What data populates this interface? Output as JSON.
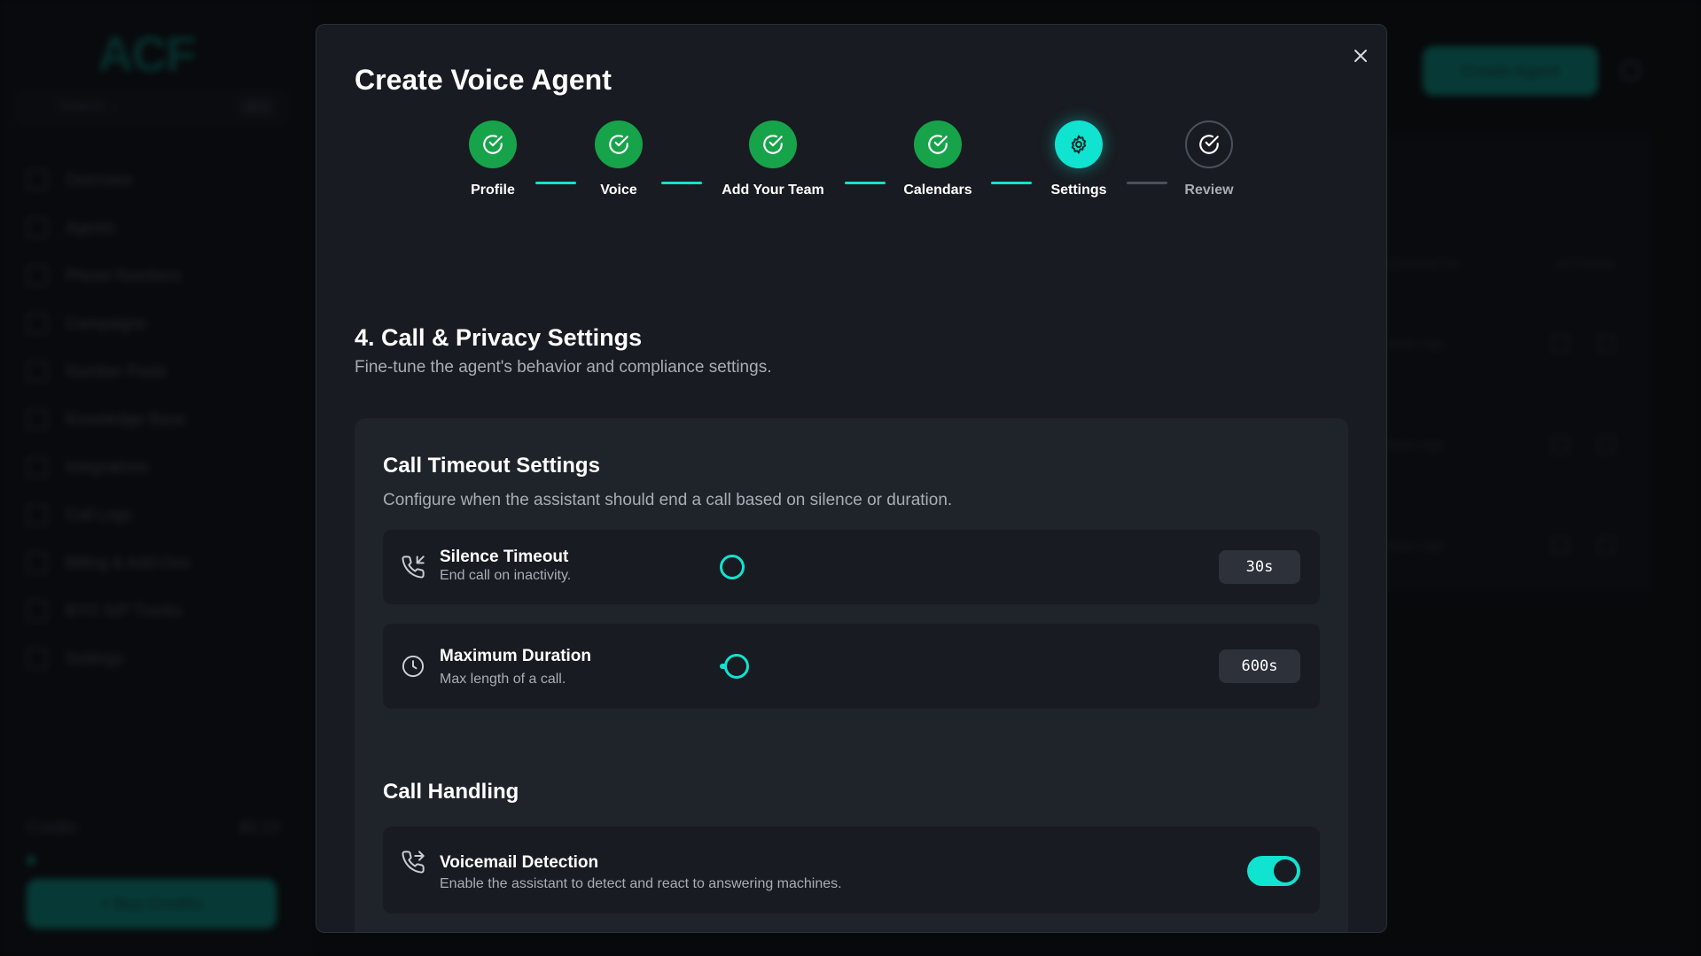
{
  "background": {
    "logo": "ACF",
    "search_placeholder": "Search...",
    "search_shortcut": "⌘ K",
    "nav_items": [
      "Overview",
      "Agents",
      "Phone Numbers",
      "Campaigns",
      "Number Pools",
      "Knowledge Base",
      "Integrations",
      "Call Logs",
      "Billing & Add-Ons",
      "BYO SIP Trunks",
      "Settings"
    ],
    "credits_label": "Credits",
    "credits_value": "$0.23",
    "buy_credits_label": "+ Buy Credits",
    "create_agent_label": "Create Agent",
    "col_contacts": "CONTACTS",
    "col_actions": "ACTIONS",
    "row_texts": [
      "team sign",
      "team sign",
      "team sign"
    ]
  },
  "modal": {
    "title": "Create Voice Agent",
    "accent_color": "#10e3d0",
    "done_color": "#16a34a",
    "steps": [
      {
        "label": "Profile",
        "state": "done",
        "icon": "check-circle-icon"
      },
      {
        "label": "Voice",
        "state": "done",
        "icon": "check-circle-icon"
      },
      {
        "label": "Add Your Team",
        "state": "done",
        "icon": "check-circle-icon"
      },
      {
        "label": "Calendars",
        "state": "done",
        "icon": "check-circle-icon"
      },
      {
        "label": "Settings",
        "state": "active",
        "icon": "gear-icon"
      },
      {
        "label": "Review",
        "state": "pending",
        "icon": "check-circle-icon"
      }
    ],
    "section": {
      "title": "4. Call & Privacy Settings",
      "subtitle": "Fine-tune the agent's behavior and compliance settings."
    },
    "call_timeout": {
      "title": "Call Timeout Settings",
      "subtitle": "Configure when the assistant should end a call based on silence or duration.",
      "silence": {
        "label": "Silence Timeout",
        "description": "End call on inactivity.",
        "value": "30s",
        "icon": "phone-incoming-icon",
        "slider_fraction": 0.0
      },
      "max_duration": {
        "label": "Maximum Duration",
        "description": "Max length of a call.",
        "value": "600s",
        "icon": "clock-icon",
        "slider_fraction": 0.15
      }
    },
    "call_handling": {
      "title": "Call Handling",
      "voicemail": {
        "label": "Voicemail Detection",
        "description": "Enable the assistant to detect and react to answering machines.",
        "enabled": true,
        "icon": "phone-forwarded-icon"
      }
    }
  }
}
